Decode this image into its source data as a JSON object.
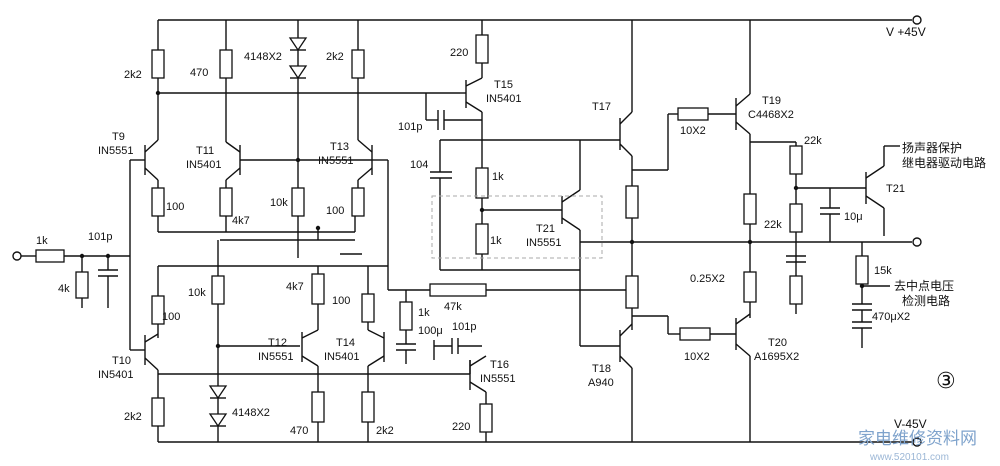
{
  "rails": {
    "positive": "V +45V",
    "negative": "V-45V"
  },
  "notes": {
    "protection": "扬声器保护\n继电器驱动电路",
    "midpoint": "去中点电压\n检测电路"
  },
  "figure_mark": "③",
  "watermark": {
    "brand": "家电维修资料网",
    "url": "www.520101.com"
  },
  "labels": {
    "t9": "T9",
    "t9m": "IN5551",
    "t10": "T10",
    "t10m": "IN5401",
    "t11": "T11",
    "t11m": "IN5401",
    "t12": "T12",
    "t12m": "IN5551",
    "t13": "T13",
    "t13m": "IN5551",
    "t14": "T14",
    "t14m": "IN5401",
    "t15": "T15",
    "t15m": "IN5401",
    "t16": "T16",
    "t16m": "IN5551",
    "t17": "T17",
    "t18": "T18",
    "t18m": "A940",
    "t19": "T19",
    "t19m": "C4468X2",
    "t20": "T20",
    "t20m": "A1695X2",
    "t21": "T21",
    "t21m": "IN5551",
    "t21b": "T21",
    "r1k": "1k",
    "r4k": "4k",
    "c101p": "101p",
    "r2k2a": "2k2",
    "r470a": "470",
    "d4148a": "4148X2",
    "r2k2b": "2k2",
    "r220a": "220",
    "c101pb": "101p",
    "r100a": "100",
    "r4k7a": "4k7",
    "r10ka": "10k",
    "r100b": "100",
    "c104": "104",
    "r1ka": "1k",
    "r1kb": "1k",
    "r100c": "100",
    "r10kb": "10k",
    "r4k7b": "4k7",
    "r100d": "100",
    "r1kc": "1k",
    "r47k": "47k",
    "c100u": "100μ",
    "c101pc": "101p",
    "r2k2c": "2k2",
    "d4148b": "4148X2",
    "r470b": "470",
    "r2k2d": "2k2",
    "r220b": "220",
    "r10x2a": "10X2",
    "r10x2b": "10X2",
    "r025": "0.25X2",
    "r22ka": "22k",
    "r22kb": "22k",
    "c10u": "10μ",
    "r15k": "15k",
    "c470u": "470μX2"
  }
}
